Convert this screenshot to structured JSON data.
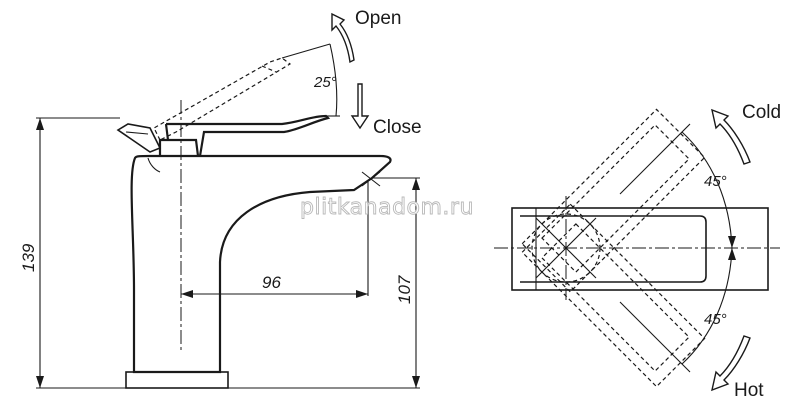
{
  "labels": {
    "open": "Open",
    "close": "Close",
    "cold": "Cold",
    "hot": "Hot"
  },
  "angles": {
    "lever_lift": "25°",
    "cold_rotation": "45°",
    "hot_rotation": "45°"
  },
  "dimensions": {
    "total_height": "139",
    "spout_height": "107",
    "spout_reach": "96"
  },
  "watermark": "plitkanadom.ru"
}
